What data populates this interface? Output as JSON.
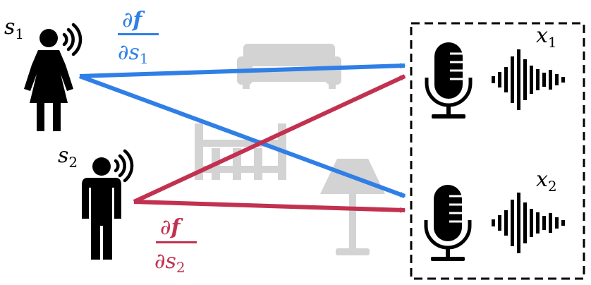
{
  "sources": [
    {
      "symbol": "s",
      "index": "1"
    },
    {
      "symbol": "s",
      "index": "2"
    }
  ],
  "microphones": [
    {
      "symbol": "x",
      "index": "1"
    },
    {
      "symbol": "x",
      "index": "2"
    }
  ],
  "partials": [
    {
      "numerator_d": "∂",
      "numerator_f": "f",
      "denominator_d": "∂",
      "denominator_s": "s",
      "denominator_index": "1"
    },
    {
      "numerator_d": "∂",
      "numerator_f": "f",
      "denominator_d": "∂",
      "denominator_s": "s",
      "denominator_index": "2"
    }
  ],
  "colors": {
    "source1_arrows": "#2f7fe6",
    "source2_arrows": "#c2314f",
    "furniture": "#d3d3d3",
    "figures": "#000000"
  },
  "icons": [
    "woman-speaking-icon",
    "man-speaking-icon",
    "sofa-icon",
    "chair-icon",
    "lamp-icon",
    "microphone-icon",
    "waveform-icon"
  ]
}
